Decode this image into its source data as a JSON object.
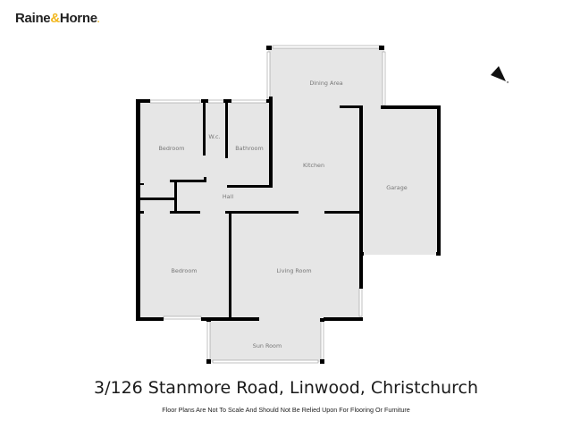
{
  "brand": {
    "name_part1": "Raine",
    "ampersand": "&",
    "name_part2": "Horne",
    "dot": ".",
    "accent_color": "#f2b71f"
  },
  "compass": {
    "icon": "north-arrow-icon"
  },
  "floor_plan": {
    "floor_color": "#e6e6e6",
    "wall_color": "#000000",
    "rooms": [
      {
        "id": "bedroom-1",
        "label": "Bedroom"
      },
      {
        "id": "wc",
        "label": "W.c."
      },
      {
        "id": "bathroom",
        "label": "Bathroom"
      },
      {
        "id": "hall",
        "label": "Hall"
      },
      {
        "id": "dining-area",
        "label": "Dining Area"
      },
      {
        "id": "kitchen",
        "label": "Kitchen"
      },
      {
        "id": "garage",
        "label": "Garage"
      },
      {
        "id": "bedroom-2",
        "label": "Bedroom"
      },
      {
        "id": "living-room",
        "label": "Living Room"
      },
      {
        "id": "sun-room",
        "label": "Sun Room"
      }
    ]
  },
  "footer": {
    "address": "3/126 Stanmore Road, Linwood, Christchurch",
    "disclaimer": "Floor Plans Are Not To Scale And Should Not Be Relied Upon For Flooring Or Furniture"
  }
}
